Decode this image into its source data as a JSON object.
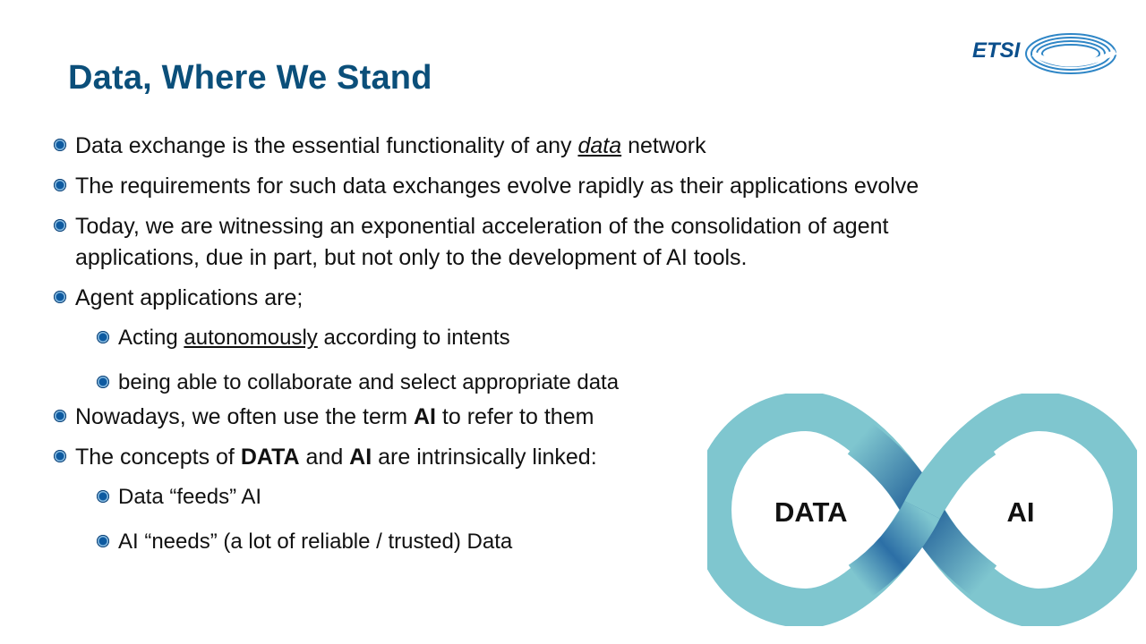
{
  "slide": {
    "title": "Data, Where We Stand",
    "logo_text": "ETSI"
  },
  "bullets": [
    {
      "level": 1,
      "parts": [
        {
          "t": "Data exchange is the essential functionality of any "
        },
        {
          "t": "data",
          "style": "iu"
        },
        {
          "t": " network"
        }
      ]
    },
    {
      "level": 1,
      "parts": [
        {
          "t": "The requirements for such data exchanges evolve rapidly as their applications evolve"
        }
      ]
    },
    {
      "level": 1,
      "parts": [
        {
          "t": "Today, we are witnessing an exponential acceleration of the consolidation of agent applications, due in part, but not only to the development of AI tools."
        }
      ]
    },
    {
      "level": 1,
      "parts": [
        {
          "t": "Agent applications are;"
        }
      ]
    },
    {
      "level": 2,
      "parts": [
        {
          "t": "Acting "
        },
        {
          "t": "autonomously",
          "style": "u"
        },
        {
          "t": " according to intents"
        }
      ]
    },
    {
      "level": 2,
      "parts": [
        {
          "t": "being able to collaborate and select appropriate data"
        }
      ]
    },
    {
      "level": 1,
      "parts": [
        {
          "t": "Nowadays, we often use the term "
        },
        {
          "t": "AI",
          "style": "b"
        },
        {
          "t": " to refer to them"
        }
      ]
    },
    {
      "level": 1,
      "parts": [
        {
          "t": "The concepts of "
        },
        {
          "t": "DATA",
          "style": "b"
        },
        {
          "t": " and "
        },
        {
          "t": "AI",
          "style": "b"
        },
        {
          "t": " are intrinsically linked:"
        }
      ]
    },
    {
      "level": 2,
      "parts": [
        {
          "t": "Data “feeds” AI"
        }
      ]
    },
    {
      "level": 2,
      "parts": [
        {
          "t": "AI “needs” (a lot of reliable / trusted) Data"
        }
      ]
    }
  ],
  "infinity": {
    "left_label": "DATA",
    "right_label": "AI",
    "ring_color": "#7fc6cf",
    "cross_color": "#1f5d97"
  },
  "colors": {
    "title": "#0b4f7a",
    "bullet": "#0e5aa0"
  }
}
